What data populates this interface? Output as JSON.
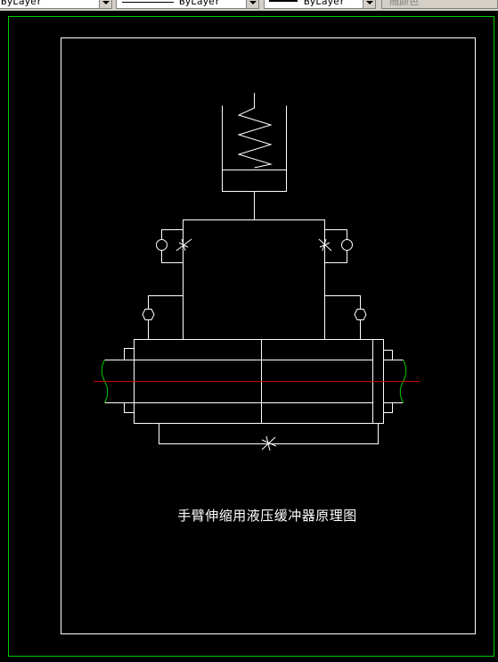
{
  "toolbar": {
    "layer_value": "ByLayer",
    "linetype_value": "ByLayer",
    "lineweight_value": "ByLayer",
    "plotstyle_value": "随颜色"
  },
  "drawing": {
    "title": "手臂伸缩用液压缓冲器原理图",
    "colors": {
      "background": "#000000",
      "lines": "#ffffff",
      "viewport_border": "#00cc00",
      "centerline": "#cc0000",
      "rod_break": "#00cc00"
    }
  }
}
